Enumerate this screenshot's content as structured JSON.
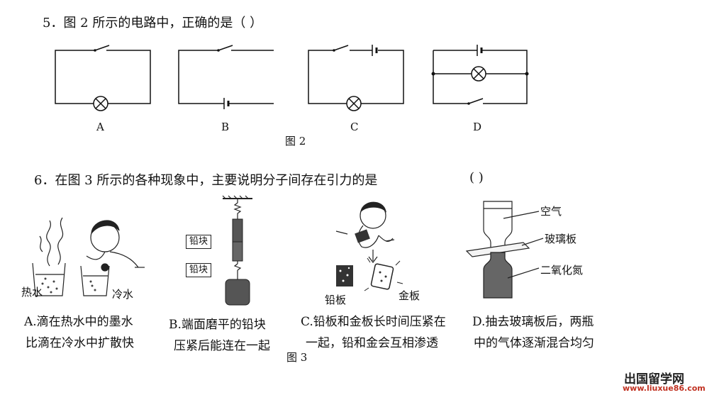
{
  "q5": {
    "text": "5．图 2 所示的电路中，正确的是（          ）",
    "options": [
      "A",
      "B",
      "C",
      "D"
    ],
    "figure_caption": "图 2"
  },
  "q6": {
    "text": "6．在图 3 所示的各种现象中，主要说明分子间存在引力的是",
    "paren": "(          )",
    "figure_caption": "图 3",
    "fig_a": {
      "label_hot": "热水",
      "label_cold": "冷水",
      "caption_1": "A.滴在热水中的墨水",
      "caption_2": "比滴在冷水中扩散快"
    },
    "fig_b": {
      "label_top": "铅块",
      "label_bottom": "铅块",
      "caption_1": "B.端面磨平的铅块",
      "caption_2": "压紧后能连在一起"
    },
    "fig_c": {
      "label_lead": "铅板",
      "label_gold": "金板",
      "caption_1": "C.铅板和金板长时间压紧在",
      "caption_2": "一起，铅和金会互相渗透"
    },
    "fig_d": {
      "label_air": "空气",
      "label_glass": "玻璃板",
      "label_no2": "二氧化氮",
      "caption_1": "D.抽去玻璃板后，两瓶",
      "caption_2": "中的气体逐渐混合均匀"
    }
  },
  "watermark": {
    "title": "出国留学网",
    "url": "www.liuxue86.com"
  }
}
